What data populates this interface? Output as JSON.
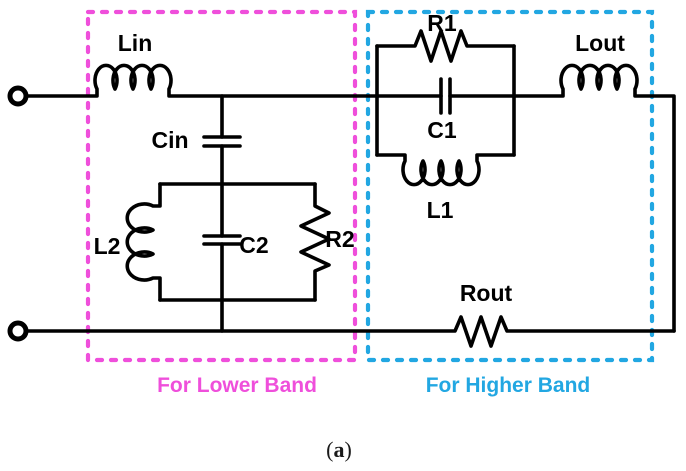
{
  "figure": {
    "caption": {
      "open": "(",
      "letter": "a",
      "close": ")"
    }
  },
  "circuit": {
    "colors": {
      "wire": "#000000",
      "lower_band": "#EF4FDB",
      "higher_band": "#22A7E2"
    },
    "bands": {
      "lower": {
        "label": "For Lower Band",
        "color": "#EF4FDB"
      },
      "higher": {
        "label": "For Higher Band",
        "color": "#22A7E2"
      }
    },
    "components": {
      "lin": "Lin",
      "cin": "Cin",
      "l2": "L2",
      "c2": "C2",
      "r2": "R2",
      "r1": "R1",
      "c1": "C1",
      "l1": "L1",
      "lout": "Lout",
      "rout": "Rout"
    }
  }
}
